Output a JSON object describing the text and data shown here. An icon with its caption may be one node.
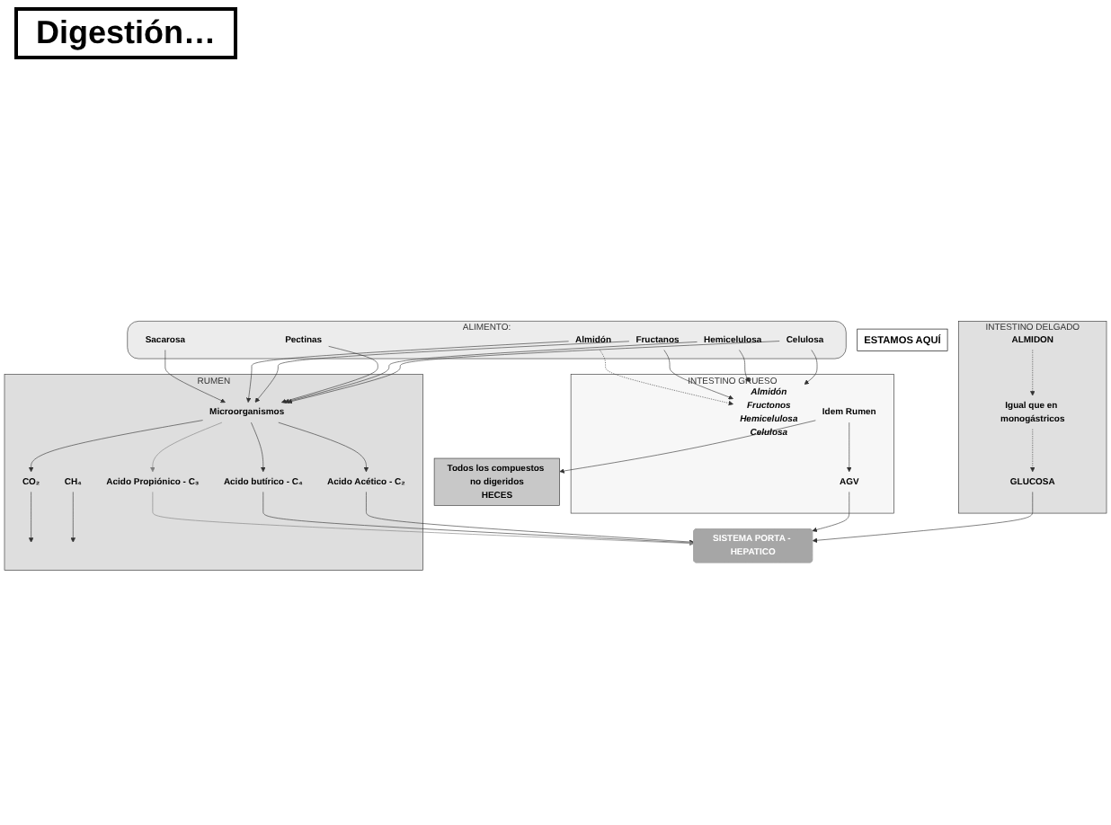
{
  "diagram": {
    "title": "Digestión…",
    "nodes": [
      {
        "text": [
          "ALIMENTO:"
        ]
      },
      {
        "text": [
          "Celulosa"
        ],
        "in": 0
      },
      {
        "text": [
          "Hemicelulosa"
        ],
        "in": 0
      },
      {
        "text": [
          "Pectinas"
        ],
        "in": 0
      },
      {
        "text": [
          "Fructanos"
        ],
        "in": 0
      },
      {
        "text": [
          "Almidón"
        ],
        "in": 0
      },
      {
        "text": [
          "Sacarosa"
        ],
        "in": 0
      },
      {
        "text": [
          "RUMEN"
        ]
      },
      {
        "text": [
          "Microorganismos"
        ],
        "in": 7
      },
      {
        "text": [
          "CO₂"
        ],
        "in": 7
      },
      {
        "text": [
          "CH₄"
        ],
        "in": 7
      },
      {
        "text": [
          "Acido Acético - C₂"
        ],
        "in": 7
      },
      {
        "text": [
          "Acido butírico - C₄"
        ],
        "in": 7
      },
      {
        "text": [
          "Acido Propiónico - C₃"
        ],
        "in": 7
      },
      {
        "text": [
          "SISTEMA PORTA - HEPATICO"
        ]
      },
      {
        "text": [
          "ESTAMOS AQUÍ"
        ]
      },
      {
        "text": [
          "INTESTINO DELGADO"
        ]
      },
      {
        "text": [
          "ALMIDON"
        ],
        "in": 16
      },
      {
        "text": [
          "Igual que en monogástricos"
        ],
        "in": 16
      },
      {
        "text": [
          "GLUCOSA"
        ],
        "in": 16
      },
      {
        "text": [
          "INTESTINO GRUESO"
        ]
      },
      {
        "text": [
          "Almidón",
          "Fructonos",
          "Hemicelulosa",
          "Celulosa"
        ],
        "in": 20
      },
      {
        "text": [
          "Idem Rumen"
        ],
        "in": 20
      },
      {
        "text": [
          "AGV"
        ],
        "in": 20
      },
      {
        "text": [
          "Todos los compuestos no digeridos",
          "HECES"
        ]
      }
    ],
    "edges": [
      {
        "from": 1,
        "to": 8,
        "arrow": "to"
      },
      {
        "from": 2,
        "to": 8,
        "arrow": "to"
      },
      {
        "from": 3,
        "to": 8,
        "arrow": "to"
      },
      {
        "from": 4,
        "to": 8,
        "arrow": "to"
      },
      {
        "from": 5,
        "to": 8,
        "arrow": "to"
      },
      {
        "from": 6,
        "to": 8,
        "arrow": "to"
      },
      {
        "from": 8,
        "to": 9,
        "arrow": "to"
      },
      {
        "from": 8,
        "to": 11,
        "arrow": "to"
      },
      {
        "from": 8,
        "to": 12,
        "arrow": "to"
      },
      {
        "from": 8,
        "to": 13,
        "arrow": "to",
        "color": "#808080"
      },
      {
        "from": 9,
        "to": null,
        "arrow": "to"
      },
      {
        "from": 10,
        "to": null,
        "arrow": "to"
      },
      {
        "from": 11,
        "to": 14,
        "arrow": "to"
      },
      {
        "from": 12,
        "to": 14,
        "arrow": "to"
      },
      {
        "from": 13,
        "to": 14,
        "arrow": "to",
        "color": "#808080"
      },
      {
        "from": 1,
        "to": 21,
        "arrow": "to"
      },
      {
        "from": 2,
        "to": 21,
        "arrow": "to"
      },
      {
        "from": 4,
        "to": 21,
        "arrow": "to"
      },
      {
        "from": 5,
        "to": 21,
        "arrow": "to",
        "style": "dashed"
      },
      {
        "from": 17,
        "to": 18,
        "arrow": "to",
        "style": "dashed"
      },
      {
        "from": 18,
        "to": 19,
        "arrow": "to",
        "style": "dashed"
      },
      {
        "from": 19,
        "to": 14,
        "arrow": "to"
      },
      {
        "from": 22,
        "to": 23,
        "arrow": "to"
      },
      {
        "from": 23,
        "to": 14,
        "arrow": "to"
      },
      {
        "from": 22,
        "to": 24,
        "arrow": "to"
      }
    ]
  }
}
